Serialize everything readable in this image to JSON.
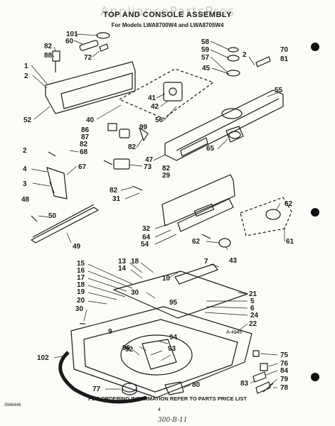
{
  "header": {
    "watermark": "AppliancePartsPros",
    "title": "TOP AND CONSOLE ASSEMBLY",
    "subtitle": "For Models LWA8700W4 and LWA8705W4"
  },
  "footer": {
    "note": "FOR ORDERING INFORMATION REFER TO PARTS PRICE LIST",
    "page_number": "4",
    "code": "A-4646",
    "left_code": "3946446",
    "handwriting": "300-B-11"
  },
  "labels": [
    {
      "id": "101",
      "text": "101"
    },
    {
      "id": "60",
      "text": "60"
    },
    {
      "id": "82a",
      "text": "82"
    },
    {
      "id": "88",
      "text": "88"
    },
    {
      "id": "72",
      "text": "72"
    },
    {
      "id": "1",
      "text": "1"
    },
    {
      "id": "2a",
      "text": "2"
    },
    {
      "id": "52",
      "text": "52"
    },
    {
      "id": "58",
      "text": "58"
    },
    {
      "id": "59",
      "text": "59"
    },
    {
      "id": "57",
      "text": "57"
    },
    {
      "id": "45",
      "text": "45"
    },
    {
      "id": "2b",
      "text": "2"
    },
    {
      "id": "70",
      "text": "70"
    },
    {
      "id": "81",
      "text": "81"
    },
    {
      "id": "55",
      "text": "55"
    },
    {
      "id": "41",
      "text": "41"
    },
    {
      "id": "42",
      "text": "42"
    },
    {
      "id": "40",
      "text": "40"
    },
    {
      "id": "56",
      "text": "56"
    },
    {
      "id": "86",
      "text": "86"
    },
    {
      "id": "87",
      "text": "87"
    },
    {
      "id": "82b",
      "text": "82"
    },
    {
      "id": "68",
      "text": "68"
    },
    {
      "id": "99",
      "text": "99"
    },
    {
      "id": "82c",
      "text": "82"
    },
    {
      "id": "65",
      "text": "65"
    },
    {
      "id": "47",
      "text": "47"
    },
    {
      "id": "73",
      "text": "73"
    },
    {
      "id": "2c",
      "text": "2"
    },
    {
      "id": "4",
      "text": "4"
    },
    {
      "id": "67",
      "text": "67"
    },
    {
      "id": "3",
      "text": "3"
    },
    {
      "id": "82d",
      "text": "82"
    },
    {
      "id": "29",
      "text": "29"
    },
    {
      "id": "82e",
      "text": "82"
    },
    {
      "id": "31",
      "text": "31"
    },
    {
      "id": "48",
      "text": "48"
    },
    {
      "id": "50",
      "text": "50"
    },
    {
      "id": "49",
      "text": "49"
    },
    {
      "id": "62a",
      "text": "62"
    },
    {
      "id": "61",
      "text": "61"
    },
    {
      "id": "32",
      "text": "32"
    },
    {
      "id": "64",
      "text": "64"
    },
    {
      "id": "54",
      "text": "54"
    },
    {
      "id": "62b",
      "text": "62"
    },
    {
      "id": "43",
      "text": "43"
    },
    {
      "id": "13",
      "text": "13"
    },
    {
      "id": "14",
      "text": "14"
    },
    {
      "id": "18a",
      "text": "18"
    },
    {
      "id": "15",
      "text": "15"
    },
    {
      "id": "16",
      "text": "16"
    },
    {
      "id": "17",
      "text": "17"
    },
    {
      "id": "18b",
      "text": "18"
    },
    {
      "id": "19",
      "text": "19"
    },
    {
      "id": "20",
      "text": "20"
    },
    {
      "id": "30a",
      "text": "30"
    },
    {
      "id": "30b",
      "text": "30"
    },
    {
      "id": "10",
      "text": "10"
    },
    {
      "id": "7",
      "text": "7"
    },
    {
      "id": "21",
      "text": "21"
    },
    {
      "id": "5",
      "text": "5"
    },
    {
      "id": "6",
      "text": "6"
    },
    {
      "id": "24",
      "text": "24"
    },
    {
      "id": "22",
      "text": "22"
    },
    {
      "id": "9",
      "text": "9"
    },
    {
      "id": "95",
      "text": "95"
    },
    {
      "id": "94",
      "text": "94"
    },
    {
      "id": "96",
      "text": "96"
    },
    {
      "id": "92",
      "text": "92"
    },
    {
      "id": "93",
      "text": "93"
    },
    {
      "id": "102",
      "text": "102"
    },
    {
      "id": "75",
      "text": "75"
    },
    {
      "id": "76",
      "text": "76"
    },
    {
      "id": "84",
      "text": "84"
    },
    {
      "id": "79",
      "text": "79"
    },
    {
      "id": "83",
      "text": "83"
    },
    {
      "id": "78",
      "text": "78"
    },
    {
      "id": "77",
      "text": "77"
    },
    {
      "id": "80",
      "text": "80"
    }
  ]
}
